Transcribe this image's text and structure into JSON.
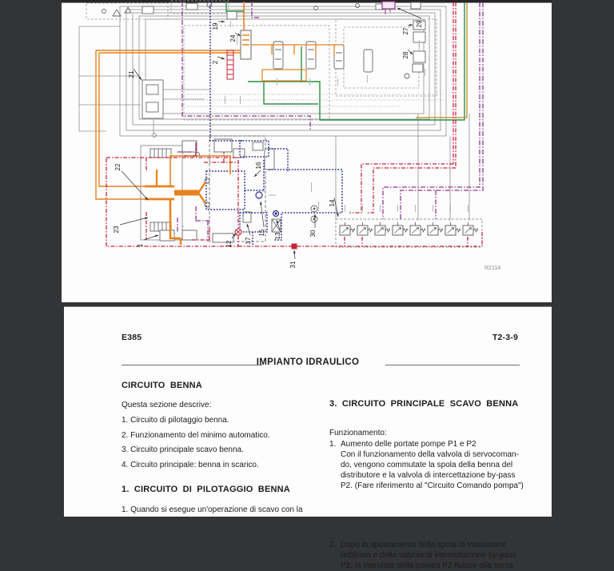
{
  "viewer": {
    "background_color": "#333436",
    "page_color": "#fdfdfd"
  },
  "diagram": {
    "figure_ref": "R2114",
    "callouts": {
      "n1": "1",
      "n2": "2",
      "n12": "12",
      "n13": "13",
      "n14": "14",
      "n15": "15",
      "n16": "16",
      "n17": "17",
      "n19": "19",
      "n21": "21",
      "n22": "22",
      "n23": "23",
      "n24": "24",
      "n27": "27",
      "n28": "28",
      "n29": "29",
      "n30": "30",
      "n31": "31"
    },
    "colors": {
      "orange": "#e8821e",
      "red": "#c5243c",
      "navy": "#2e2e8f",
      "purple": "#8e3a8e",
      "green": "#2f8f44",
      "amber": "#c08a28",
      "gray": "#8a8a8a"
    }
  },
  "page2": {
    "model": "E385",
    "page_number": "T2-3-9",
    "header": "IMPIANTO IDRAULICO",
    "left": {
      "section_title": "CIRCUITO BENNA",
      "intro": "Questa sezione descrive:",
      "items": [
        "1. Circuito di pilotaggio benna.",
        "2. Funzionamento del minimo automatico.",
        "3. Circuito principale scavo benna.",
        "4. Circuito principale: benna in scarico."
      ],
      "subsection_title": "1. CIRCUITO DI PILOTAGGIO BENNA",
      "paragraph": "1. Quando si esegue un'operazione di scavo con la"
    },
    "right": {
      "section_title": "3. CIRCUITO PRINCIPALE SCAVO BENNA",
      "intro": "Funzionamento:",
      "item1_number": "1.",
      "item1_lines": [
        "Aumento delle portate pompe P1 e P2",
        "Con il funzionamento della valvola di servocoman-",
        "do, vengono commutate la spola della benna del",
        "distributore e la valvola di intercettazione by-pass",
        "P2. (Fare riferimento al \"Circuito Comando pompa\")"
      ],
      "item2_number": "2.",
      "item2_lines": [
        "Dopo lo spostamento della spola di traslazione",
        "rettilinea e della valvola di intercettazione by-pass",
        "P2, la mandata della pompa P2 fluisce alla spola"
      ]
    }
  }
}
